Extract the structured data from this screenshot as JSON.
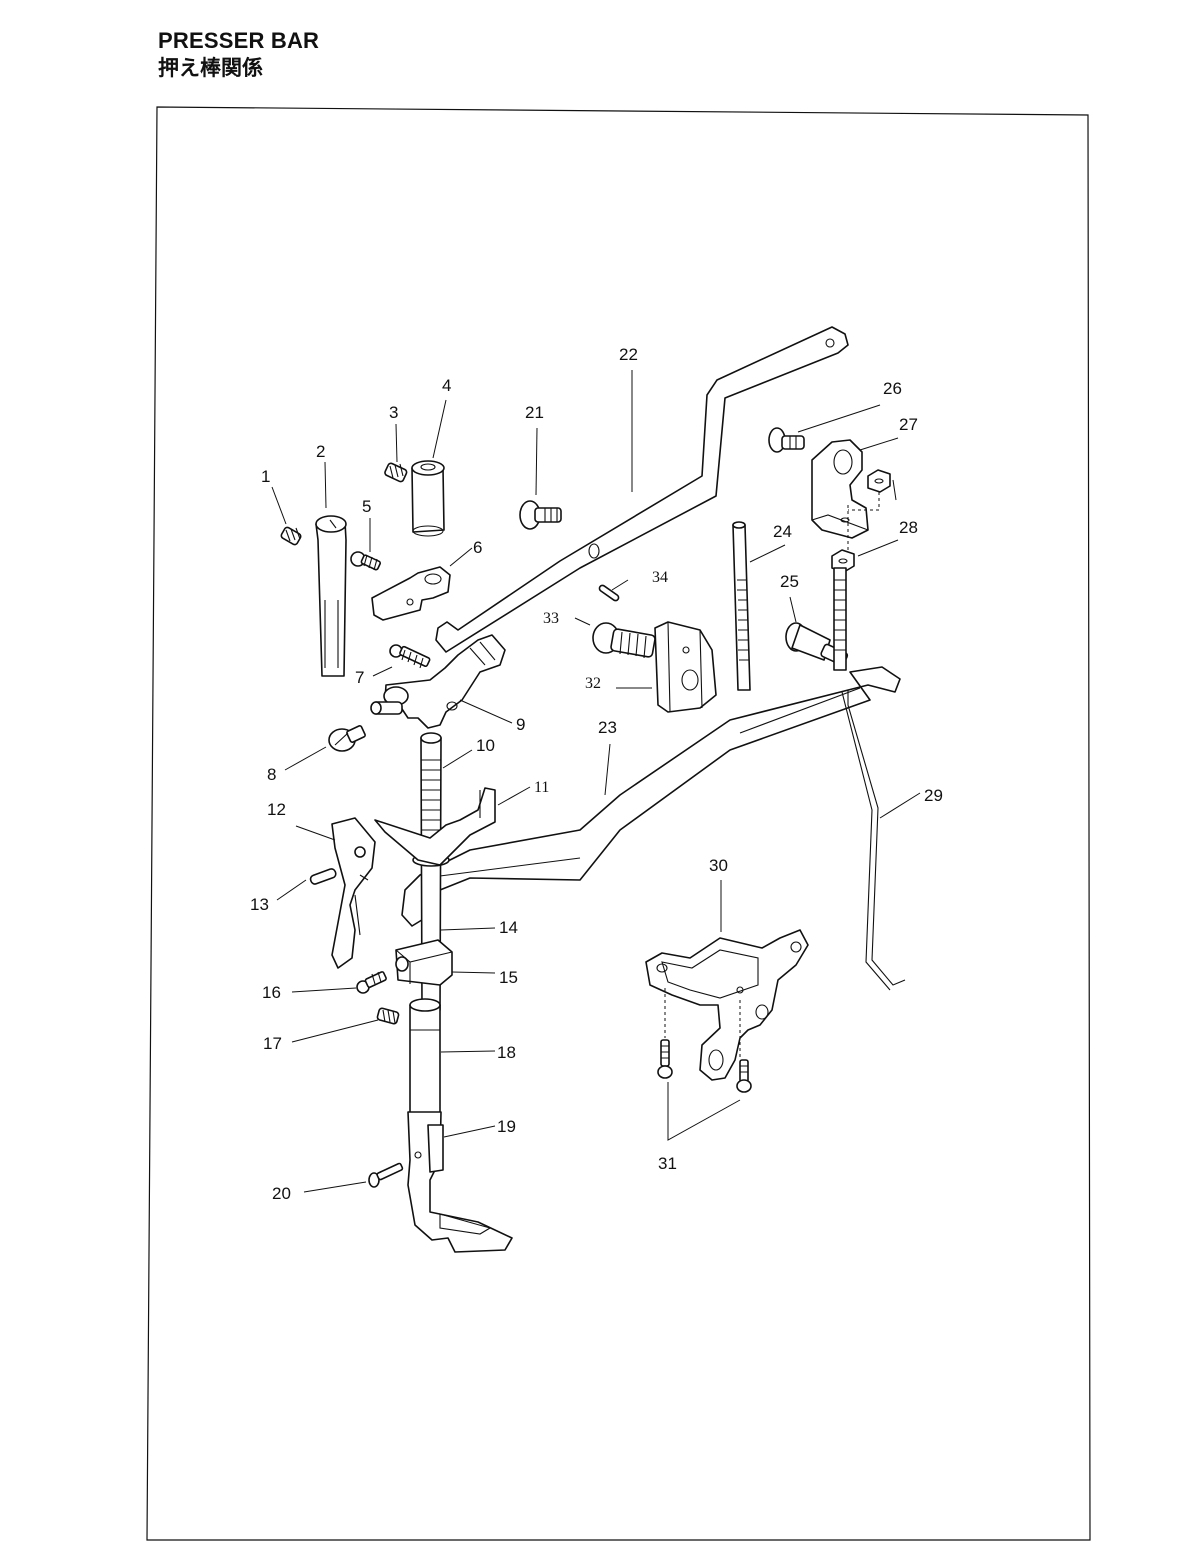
{
  "header": {
    "title_en": "PRESSER BAR",
    "title_jp": "押え棒関係"
  },
  "callouts": [
    "1",
    "2",
    "3",
    "4",
    "5",
    "6",
    "7",
    "8",
    "9",
    "10",
    "11",
    "12",
    "13",
    "14",
    "15",
    "16",
    "17",
    "18",
    "19",
    "20",
    "21",
    "22",
    "23",
    "24",
    "25",
    "26",
    "27",
    "28",
    "29",
    "30",
    "31",
    "32",
    "33",
    "34"
  ]
}
